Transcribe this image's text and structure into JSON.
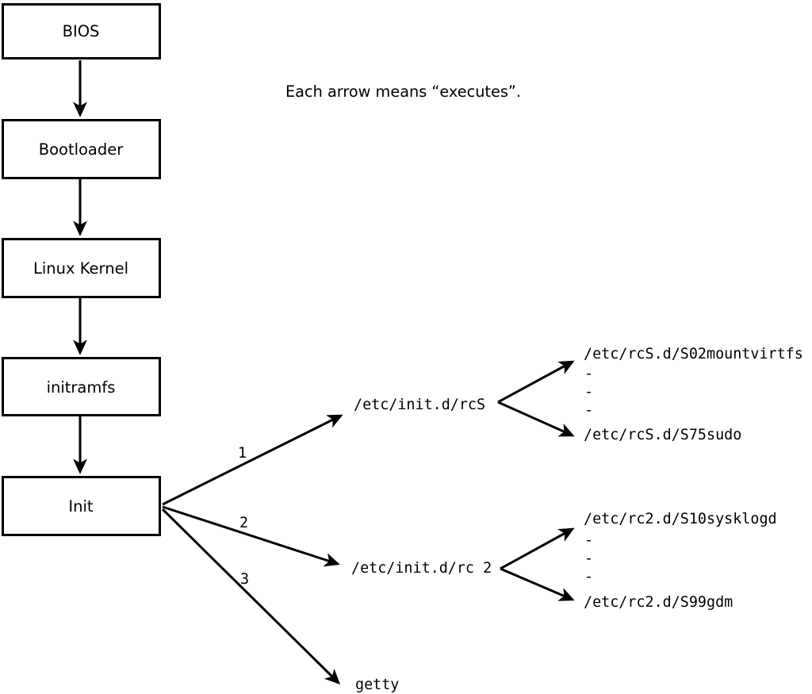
{
  "caption": "Each arrow means “executes”.",
  "colors": {
    "background": "#ffffff",
    "line": "#000000",
    "text": "#000000"
  },
  "chain": [
    {
      "label": "BIOS"
    },
    {
      "label": "Bootloader"
    },
    {
      "label": "Linux Kernel"
    },
    {
      "label": "initramfs"
    },
    {
      "label": "Init"
    }
  ],
  "branches": [
    {
      "number": "1",
      "target": "/etc/init.d/rcS"
    },
    {
      "number": "2",
      "target": "/etc/init.d/rc 2"
    },
    {
      "number": "3",
      "target": "getty"
    }
  ],
  "rcS_scripts": {
    "first": "/etc/rcS.d/S02mountvirtfs",
    "gap": [
      "-",
      "-",
      "-"
    ],
    "last": "/etc/rcS.d/S75sudo"
  },
  "rc2_scripts": {
    "first": "/etc/rc2.d/S10sysklogd",
    "gap": [
      "-",
      "-",
      "-"
    ],
    "last": "/etc/rc2.d/S99gdm"
  }
}
